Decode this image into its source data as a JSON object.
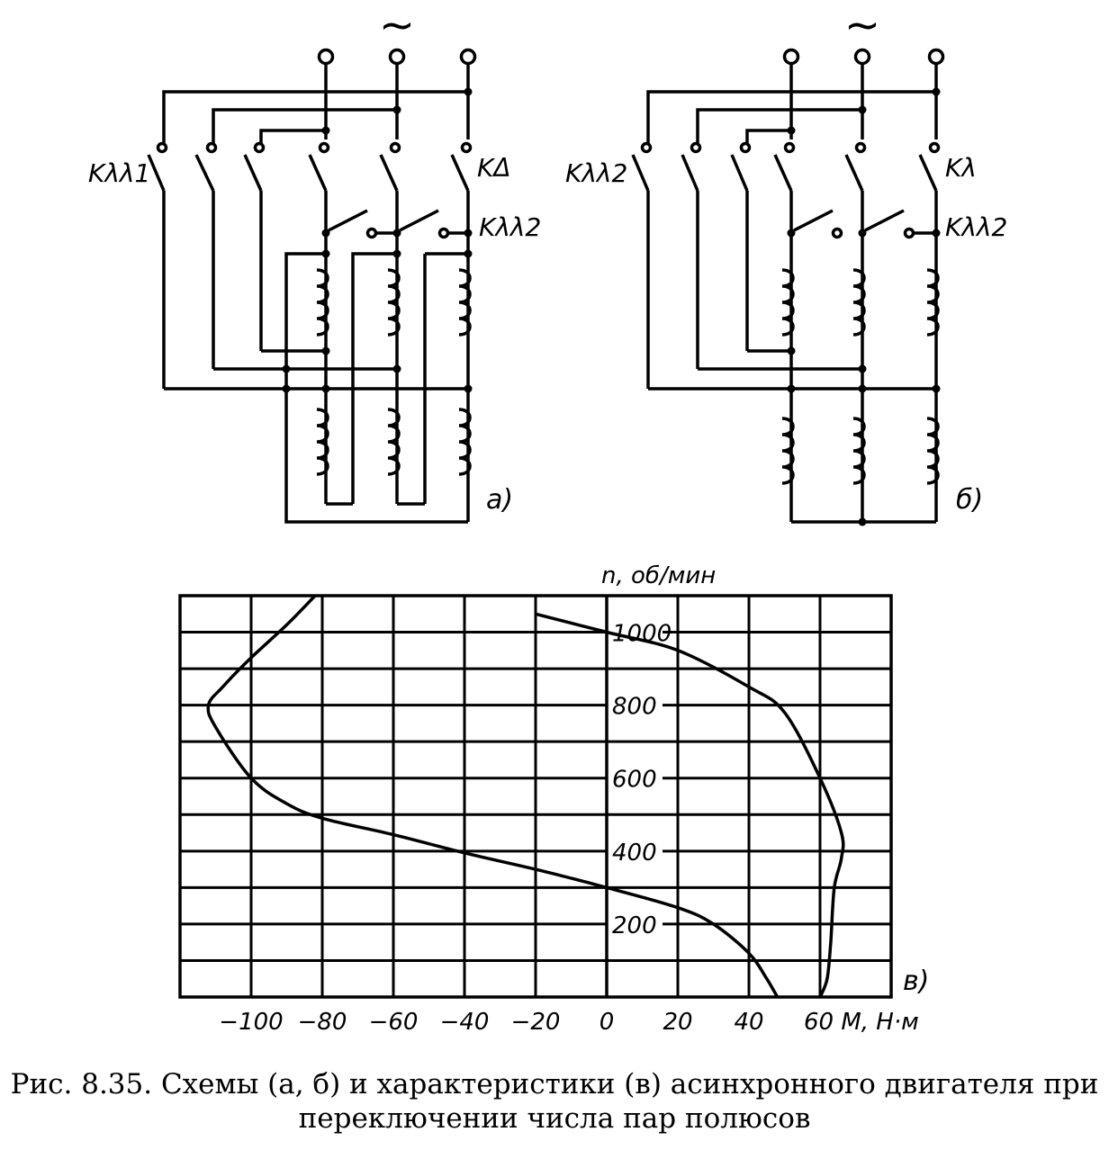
{
  "schemes": {
    "a": {
      "supply_symbol": "~",
      "label_left": "Kλλ1",
      "label_right": "KΔ",
      "label_bridge": "Kλλ2",
      "tag": "а)"
    },
    "b": {
      "supply_symbol": "~",
      "label_left": "Kλλ2",
      "label_right": "Kλ",
      "label_bridge": "Kλλ2",
      "tag": "б)"
    }
  },
  "chart_data": {
    "type": "line",
    "tag": "в)",
    "ylabel": "n, об/мин",
    "xlabel": "M, Н·м",
    "xlim": [
      -120,
      80
    ],
    "ylim": [
      0,
      1100
    ],
    "grid": true,
    "x_ticks": [
      -100,
      -80,
      -60,
      -40,
      -20,
      0,
      20,
      40,
      60
    ],
    "x_tick_labels": [
      "−100",
      "−80",
      "−60",
      "−40",
      "−20",
      "0",
      "20",
      "40"
    ],
    "x_last_label": "60 M, Н·м",
    "y_ticks": [
      200,
      400,
      600,
      800,
      1000
    ],
    "y_tick_labels": [
      "200",
      "400",
      "600",
      "800",
      "1000"
    ],
    "series": [
      {
        "points": [
          [
            -82,
            1100
          ],
          [
            -90,
            1020
          ],
          [
            -100,
            930
          ],
          [
            -108,
            850
          ],
          [
            -112,
            800
          ],
          [
            -110,
            740
          ],
          [
            -100,
            600
          ],
          [
            -90,
            530
          ],
          [
            -80,
            490
          ],
          [
            -60,
            445
          ],
          [
            -40,
            395
          ],
          [
            -20,
            350
          ],
          [
            0,
            300
          ],
          [
            20,
            245
          ],
          [
            30,
            200
          ],
          [
            40,
            120
          ],
          [
            45,
            50
          ],
          [
            48,
            0
          ]
        ]
      },
      {
        "points": [
          [
            -20,
            1050
          ],
          [
            0,
            1000
          ],
          [
            20,
            950
          ],
          [
            40,
            850
          ],
          [
            50,
            780
          ],
          [
            60,
            600
          ],
          [
            66,
            450
          ],
          [
            66,
            380
          ],
          [
            64,
            300
          ],
          [
            63,
            150
          ],
          [
            62,
            50
          ],
          [
            60,
            0
          ]
        ]
      }
    ]
  },
  "caption": {
    "line1": "Рис. 8.35. Схемы (а, б) и характеристики (в) асинхронного двигателя при",
    "line2": "переключении числа пар полюсов"
  }
}
